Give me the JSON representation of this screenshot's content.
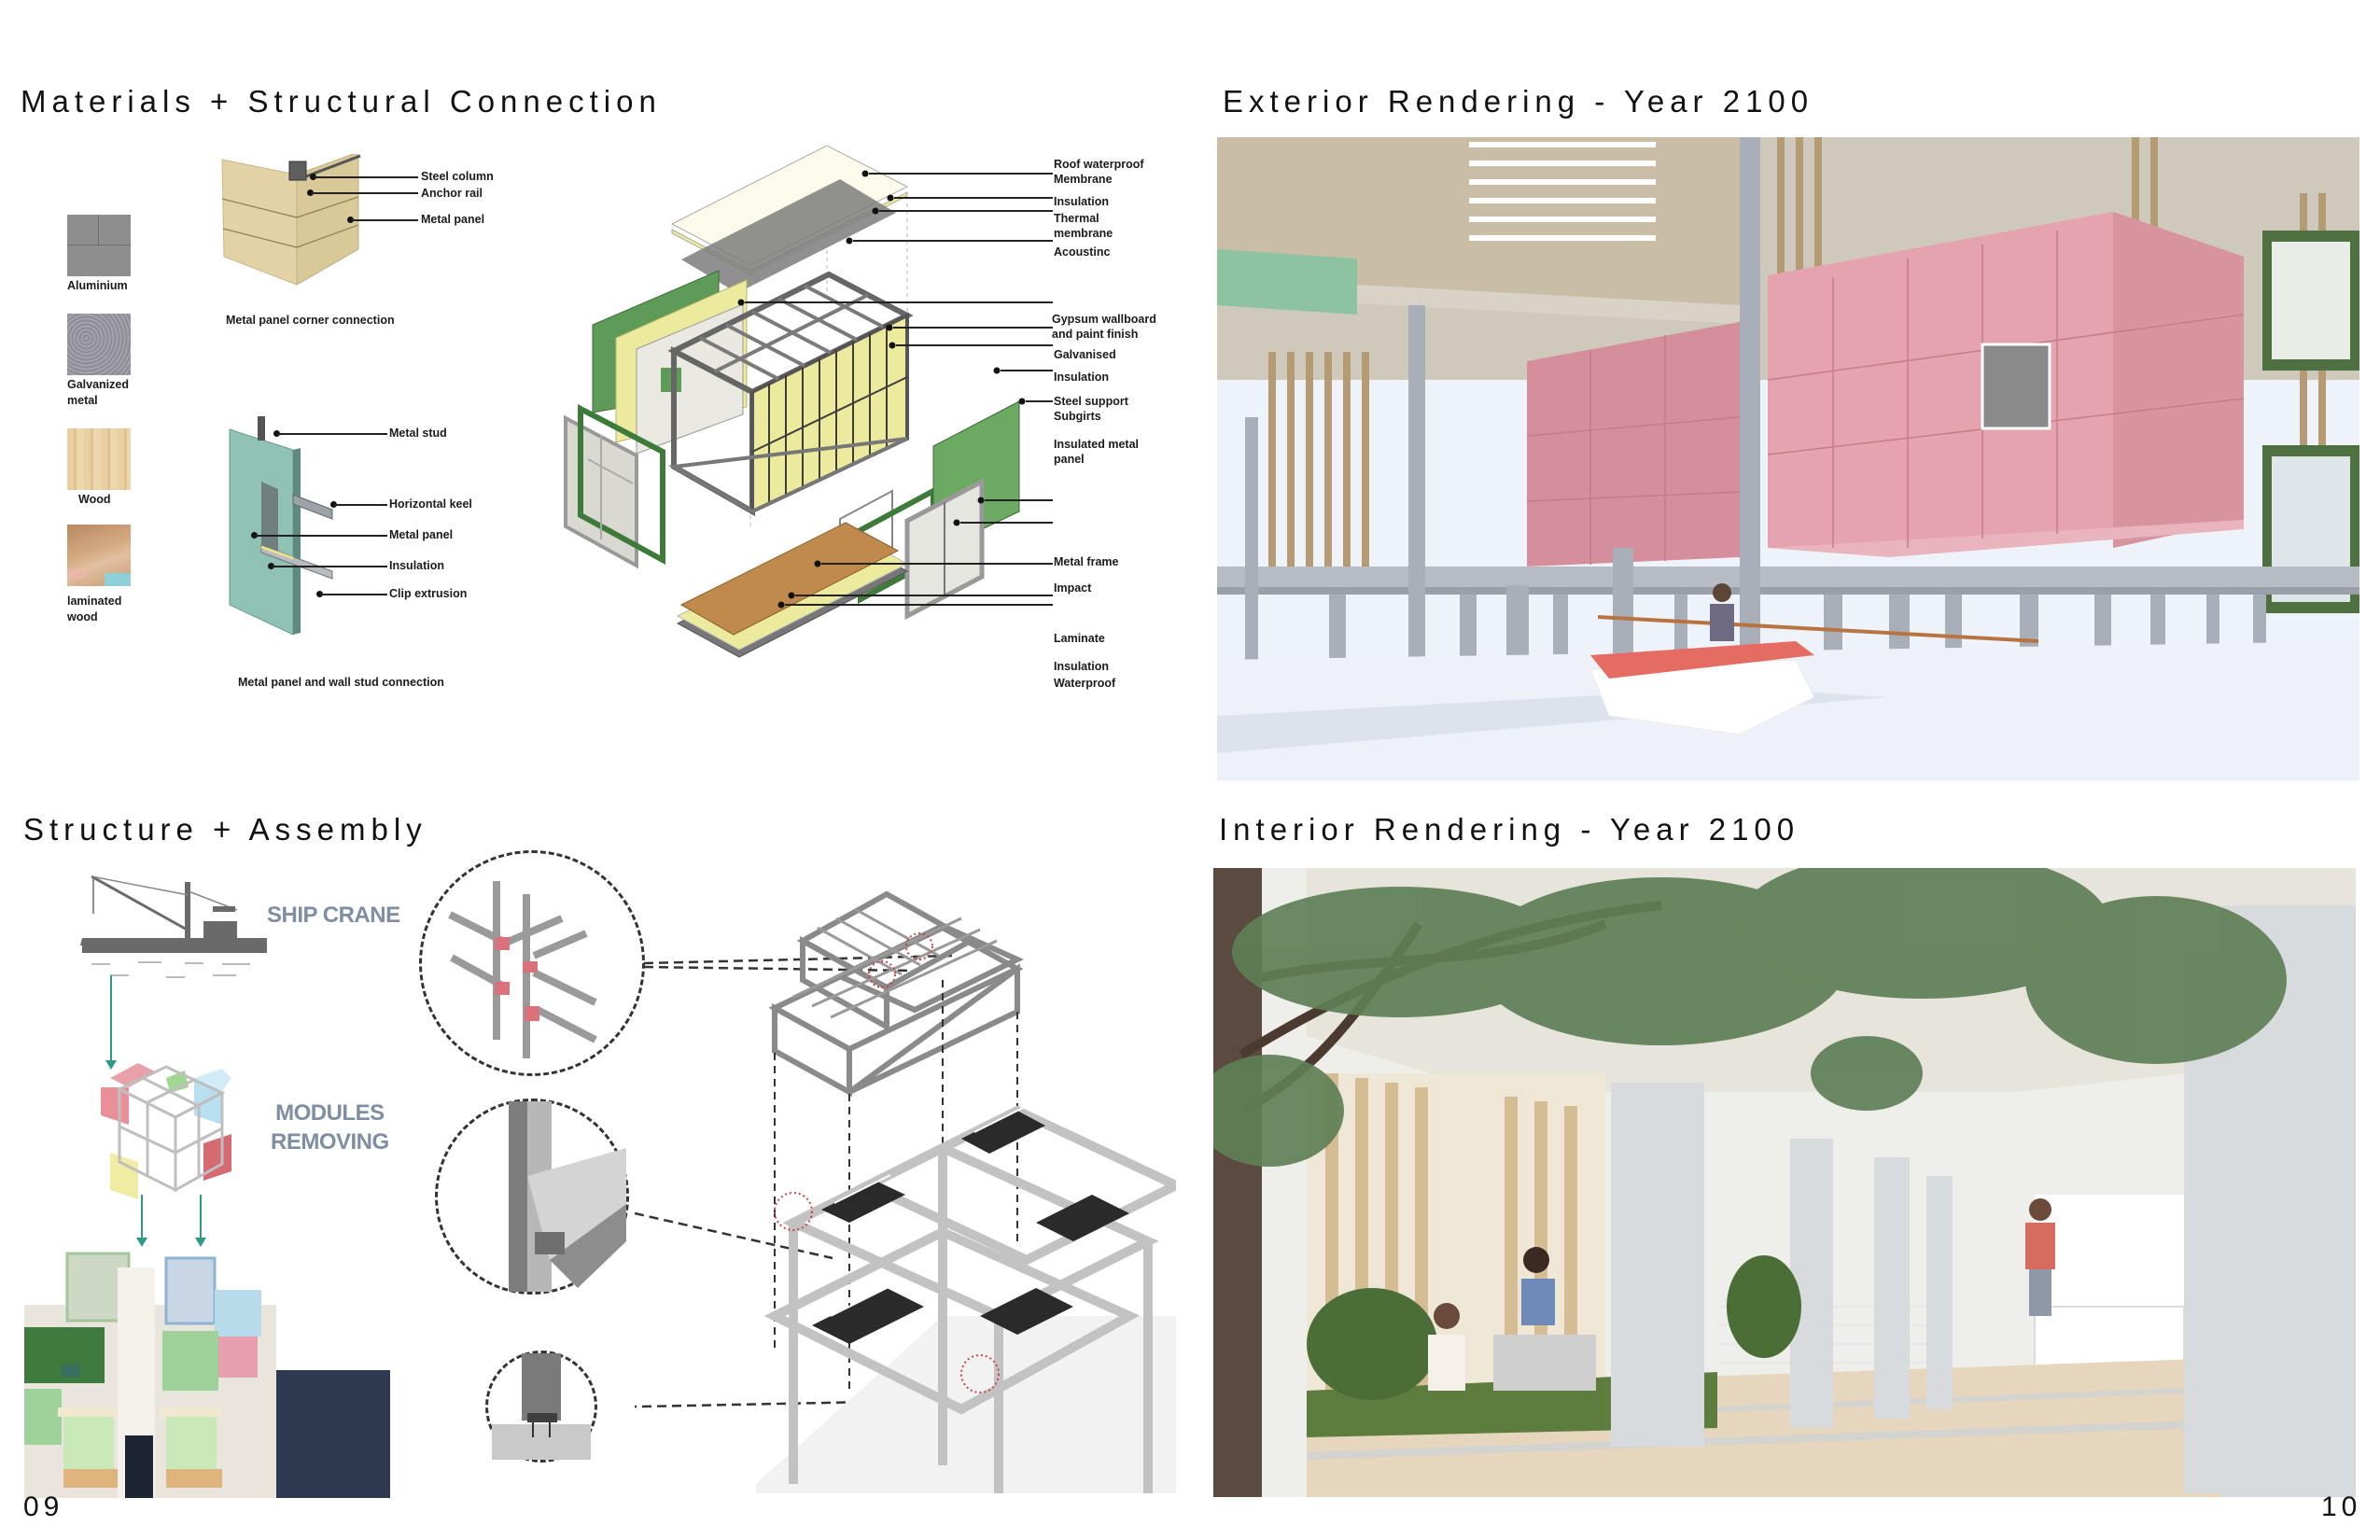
{
  "pages": {
    "left_number": "09",
    "right_number": "10"
  },
  "sections": {
    "materials": {
      "title": "Materials + Structural Connection",
      "swatches": [
        {
          "label": "Aluminium",
          "color": "#8f8f8f"
        },
        {
          "label": "Galvanized metal",
          "line1": "Galvanized",
          "line2": "metal",
          "color": "#9a989e"
        },
        {
          "label": "Wood",
          "color": "#e4c99a"
        },
        {
          "label": "laminated wood",
          "line1": "laminated",
          "line2": "wood",
          "color": "#c9a078"
        }
      ],
      "corner_connection": {
        "caption": "Metal panel corner connection",
        "labels": [
          "Steel column",
          "Anchor rail",
          "Metal panel"
        ]
      },
      "stud_connection": {
        "caption": "Metal panel and wall stud connection",
        "labels": [
          "Metal stud",
          "Horizontal keel",
          "Metal panel",
          "Insulation",
          "Clip extrusion"
        ]
      },
      "exploded_axon": {
        "labels": [
          {
            "line1": "Roof waterproof",
            "line2": "Membrane"
          },
          {
            "line1": "Insulation"
          },
          {
            "line1": "Thermal",
            "line2": "membrane"
          },
          {
            "line1": "Acoustinc"
          },
          {
            "line1": "Gypsum wallboard",
            "line2": "and paint finish"
          },
          {
            "line1": "Galvanised"
          },
          {
            "line1": "Insulation"
          },
          {
            "line1": "Steel support",
            "line2": "Subgirts"
          },
          {
            "line1": "Insulated metal",
            "line2": "panel"
          },
          {
            "line1": "Metal frame"
          },
          {
            "line1": "Impact"
          },
          {
            "line1": "Laminate"
          },
          {
            "line1": "Insulation"
          },
          {
            "line1": "Waterproof"
          }
        ]
      }
    },
    "exterior": {
      "title": "Exterior Rendering - Year 2100"
    },
    "structure": {
      "title": "Structure + Assembly",
      "ship_crane_label": "SHIP CRANE",
      "modules_label_line1": "MODULES",
      "modules_label_line2": "REMOVING"
    },
    "interior": {
      "title": "Interior Rendering - Year 2100"
    }
  },
  "colors": {
    "label_slate": "#7f8ea3",
    "module_pink": "#d8909c",
    "panel_green": "#5f9a5a",
    "insulation_yellow": "#ecea9c",
    "arrow_teal": "#2f9a86"
  }
}
